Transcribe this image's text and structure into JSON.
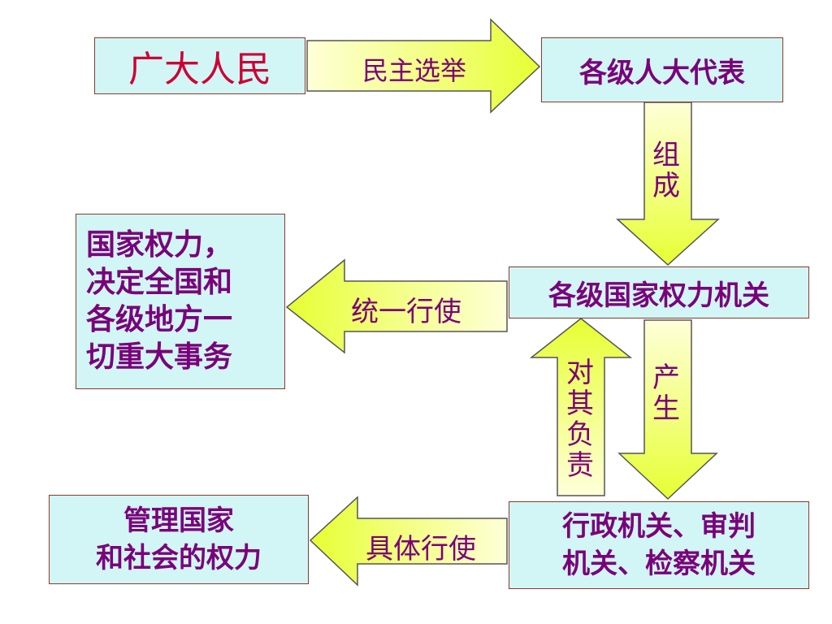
{
  "nodes": {
    "people": "广大人民",
    "congress": "各级人大代表",
    "organs": "各级国家权力机关",
    "power": "国家权力，\n决定全国和\n各级地方一\n切重大事务",
    "manage": "管理国家\n和社会的权力",
    "admin": "行政机关、审判\n机关、检察机关"
  },
  "edges": {
    "elect": "民主选举",
    "form": "组\n成",
    "exercise": "统一行使",
    "responsible": "对\n其\n负\n责",
    "produce": "产\n生",
    "specific": "具体行使"
  },
  "colors": {
    "box_fill": "#d2f6f6",
    "box_border": "#8a3a2a",
    "text": "#7a007a",
    "people_text": "#cc0033",
    "arrow_light": "#ffffcc",
    "arrow_dark": "#e6ff33"
  }
}
